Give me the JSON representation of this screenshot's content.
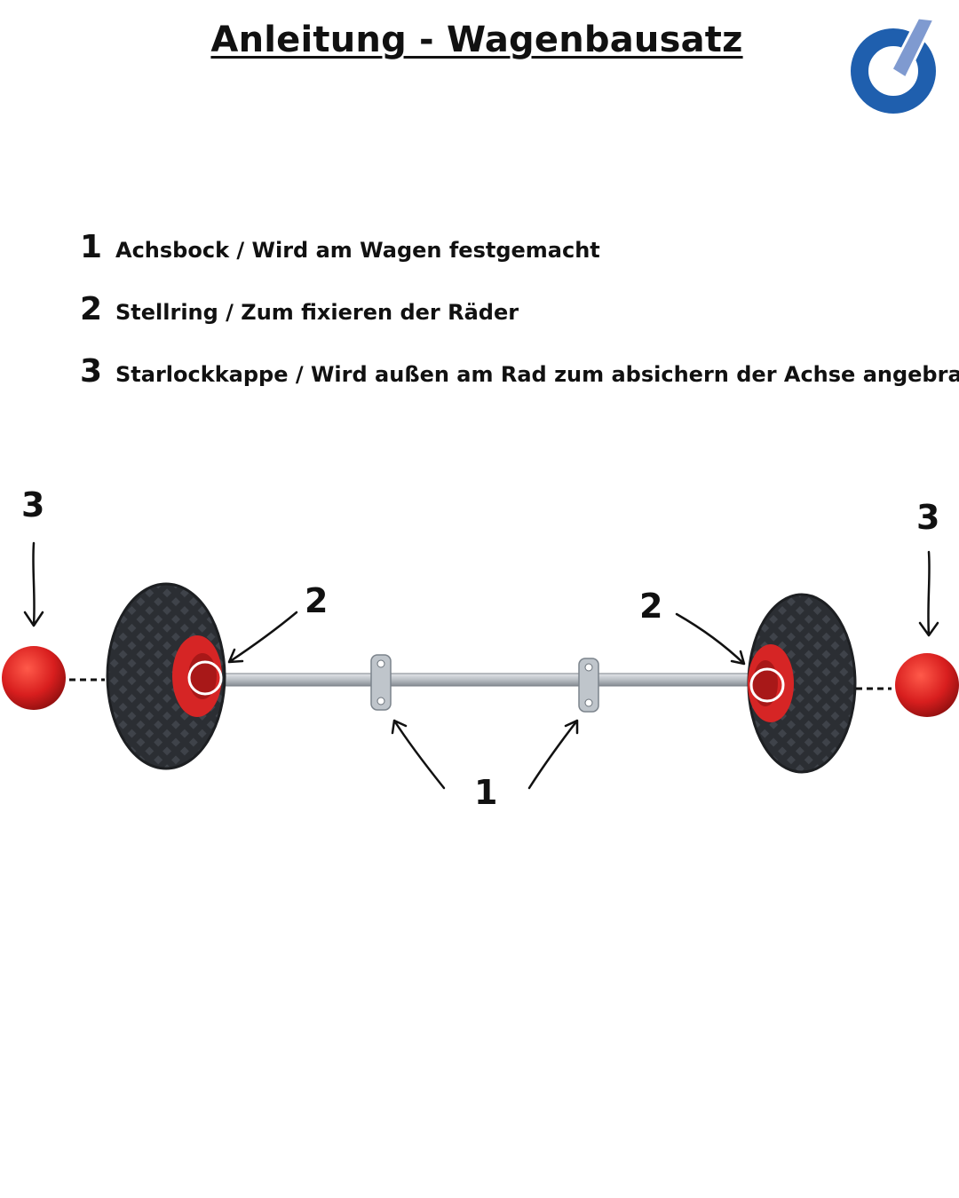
{
  "title": "Anleitung - Wagenbausatz",
  "logo": {
    "icon": "brand-wheel-logo",
    "ring_color": "#1f5fae",
    "blade_color": "#7f9ad0"
  },
  "legend": [
    {
      "number": "1",
      "text": "Achsbock / Wird am Wagen festgemacht"
    },
    {
      "number": "2",
      "text": "Stellring / Zum fixieren der Räder"
    },
    {
      "number": "3",
      "text": "Starlockkappe / Wird außen am Rad zum absichern der Achse angebracht"
    }
  ],
  "callouts": {
    "cap_left": "3",
    "cap_right": "3",
    "ring_left": "2",
    "ring_right": "2",
    "bracket": "1"
  },
  "colors": {
    "cap": "#d81e1e",
    "tire": "#2b2e33",
    "rim": "#d62525",
    "axle": "#b9bec4"
  }
}
